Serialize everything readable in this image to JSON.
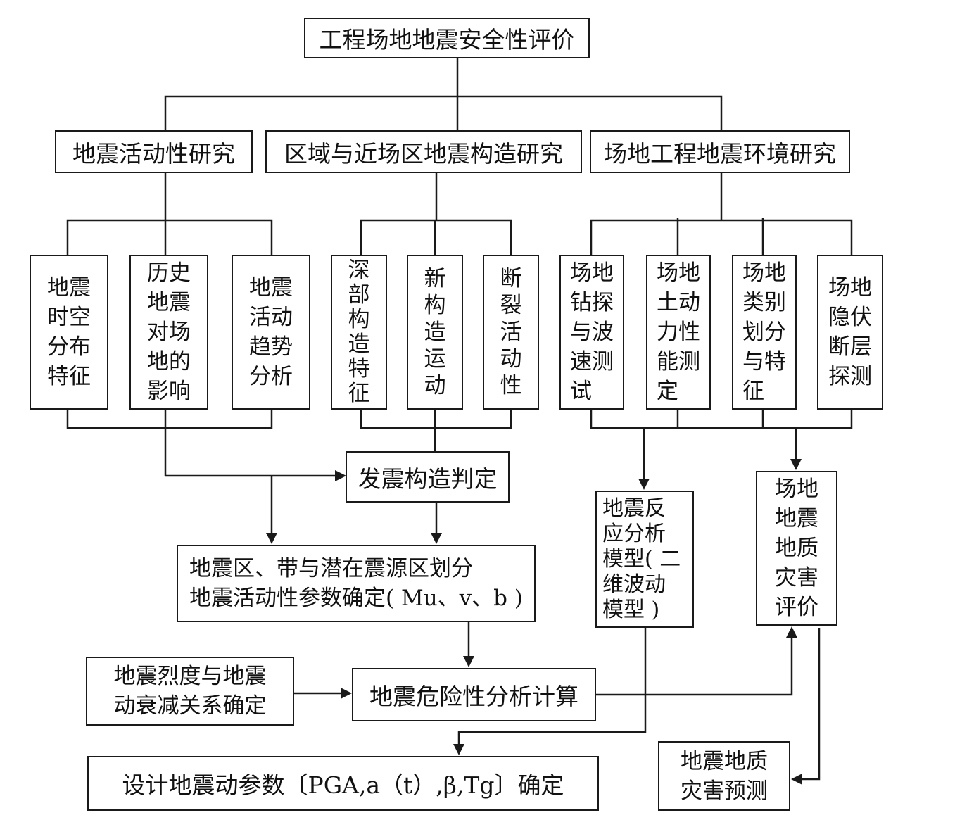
{
  "title": "工程场地地震安全性评价",
  "level1": [
    {
      "id": "seismicity",
      "label": "地震活动性研究"
    },
    {
      "id": "tectonic",
      "label": "区域与近场区地震构造研究"
    },
    {
      "id": "site-env",
      "label": "场地工程地震环境研究"
    }
  ],
  "level2": {
    "seismicity": [
      "地震\n时空\n分布\n特征",
      "历史\n地震\n对场\n地的\n影响",
      "地震\n活动\n趋势\n分析"
    ],
    "tectonic": [
      "深\n部\n构\n造\n特\n征",
      "新\n构\n造\n运\n动",
      "断\n裂\n活\n动\n性"
    ],
    "site_env": [
      "场地\n钻探\n与波\n速测\n试",
      "场地\n土动\n力性\n能测\n定",
      "场地\n类别\n划分\n与特\n征",
      "场地\n隐伏\n断层\n探测"
    ]
  },
  "nodes": {
    "seismogenic": "发震构造判定",
    "zoning": "地震区、带与潜在震源区划分\n地震活动性参数确定( Mu、v、b )",
    "response_model": "地震反\n应分析\n模型( 二\n维波动\n模型 )",
    "geo_hazard_eval": "场地\n地震\n地质\n灾害\n评价",
    "attenuation": "地震烈度与地震\n动衰减关系确定",
    "hazard_calc": "地震危险性分析计算",
    "design_params": "设计地震动参数〔PGA,a（t）,β,Tg〕确定",
    "hazard_predict": "地震地质\n灾害预测"
  }
}
